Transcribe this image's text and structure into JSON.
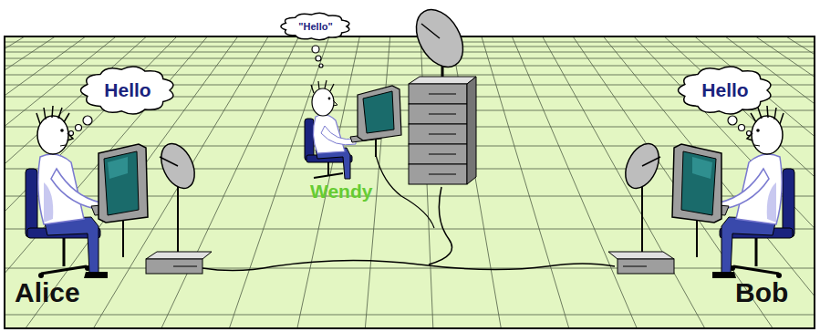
{
  "diagram": {
    "nodes": [
      {
        "text": [
          "Hello"
        ]
      },
      {
        "text": [
          "\"Hello\""
        ]
      },
      {
        "text": [
          "Hello"
        ]
      }
    ],
    "labels": [
      "Wendy",
      "Alice",
      "Bob"
    ]
  }
}
